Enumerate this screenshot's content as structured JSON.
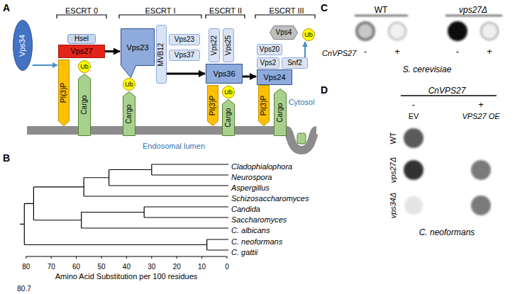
{
  "diagram": {
    "nodes": [
      {
        "text": [
          "Vps34"
        ]
      },
      {
        "text": [
          "Hsel"
        ]
      },
      {
        "text": [
          "Vps27"
        ]
      },
      {
        "text": [
          "PI(3)P"
        ]
      },
      {
        "text": [
          "Ub"
        ]
      },
      {
        "text": [
          "Cargo"
        ]
      },
      {
        "text": [
          "Vps23"
        ]
      },
      {
        "text": [
          "Ub"
        ]
      },
      {
        "text": [
          "Cargo"
        ]
      },
      {
        "text": [
          "MVB12"
        ]
      },
      {
        "text": [
          "Vps23"
        ]
      },
      {
        "text": [
          "Vps37"
        ]
      },
      {
        "text": [
          "Vps22"
        ]
      },
      {
        "text": [
          "Vps25"
        ]
      },
      {
        "text": [
          "Vps36"
        ]
      },
      {
        "text": [
          "PI(3)P"
        ]
      },
      {
        "text": [
          "Ub"
        ]
      },
      {
        "text": [
          "Cargo"
        ]
      },
      {
        "text": [
          "Vps4"
        ]
      },
      {
        "text": [
          "Vps20"
        ]
      },
      {
        "text": [
          "Vps2"
        ]
      },
      {
        "text": [
          "Snf2"
        ]
      },
      {
        "text": [
          "Vps24"
        ]
      },
      {
        "text": [
          "Ub"
        ]
      },
      {
        "text": [
          "PI(3)P"
        ]
      },
      {
        "text": [
          "Cargo"
        ]
      }
    ],
    "edges": [
      {
        "from": 0,
        "to": 3,
        "arrow": "to"
      },
      {
        "from": 2,
        "to": 6,
        "arrow": "to"
      },
      {
        "from": 9,
        "to": 14,
        "arrow": "to"
      },
      {
        "from": 14,
        "to": 22,
        "arrow": "to"
      },
      {
        "from": 21,
        "to": 23,
        "arrow": "to"
      }
    ],
    "labels": [
      "A",
      "ESCRT 0",
      "ESCRT I",
      "ESCRT II",
      "ESCRT III",
      "Cytosol",
      "Endosomal lumen",
      "B",
      "Cladophialophora",
      "Neurospora",
      "Aspergillus",
      "Schizosaccharomyces",
      "Candida",
      "Saccharomyces",
      "C. albicans",
      "C. neoformans",
      "C. gattii",
      "80",
      "70",
      "60",
      "50",
      "40",
      "30",
      "20",
      "10",
      "0",
      "Amino Acid Substitution per 100 residues",
      "80.7",
      "C",
      "WT",
      "vps27Δ",
      "-",
      "+",
      "-",
      "+",
      "CnVPS27",
      "S. cerevisiae",
      "D",
      "CnVPS27",
      "-",
      "+",
      "EV",
      "VPS27 OE",
      "WT",
      "vps27Δ",
      "vps34Δ",
      "C. neoformans"
    ]
  }
}
